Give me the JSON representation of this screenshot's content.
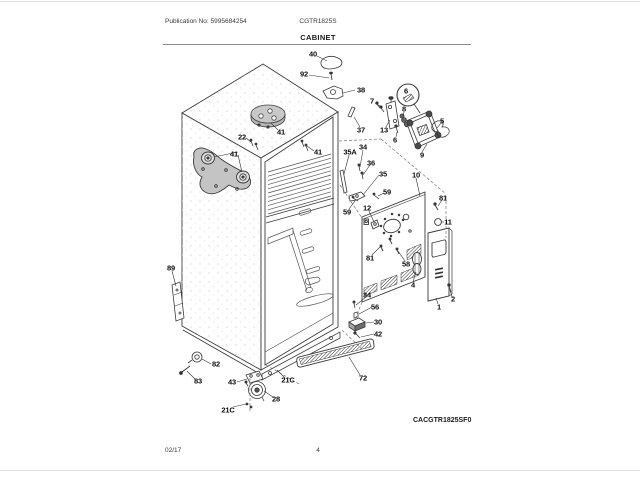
{
  "header": {
    "publication": "Publication No: 5995684254",
    "model": "CGTR1825S",
    "section_title": "CABINET"
  },
  "footer": {
    "date": "02/17",
    "page_number": "4",
    "diagram_code": "CACGTR1825SF0"
  },
  "diagram": {
    "labels": [
      {
        "text": "40"
      },
      {
        "text": "92"
      },
      {
        "text": "38"
      },
      {
        "text": "7"
      },
      {
        "text": "6"
      },
      {
        "text": "8"
      },
      {
        "text": "13"
      },
      {
        "text": "37"
      },
      {
        "text": "6"
      },
      {
        "text": "5"
      },
      {
        "text": "9"
      },
      {
        "text": "22"
      },
      {
        "text": "41"
      },
      {
        "text": "41"
      },
      {
        "text": "41"
      },
      {
        "text": "35A"
      },
      {
        "text": "34"
      },
      {
        "text": "36"
      },
      {
        "text": "35"
      },
      {
        "text": "59"
      },
      {
        "text": "59"
      },
      {
        "text": "10"
      },
      {
        "text": "81"
      },
      {
        "text": "11"
      },
      {
        "text": "12"
      },
      {
        "text": "81"
      },
      {
        "text": "58"
      },
      {
        "text": "4"
      },
      {
        "text": "2"
      },
      {
        "text": "1"
      },
      {
        "text": "34"
      },
      {
        "text": "56"
      },
      {
        "text": "30"
      },
      {
        "text": "42"
      },
      {
        "text": "72"
      },
      {
        "text": "21C"
      },
      {
        "text": "28"
      },
      {
        "text": "43"
      },
      {
        "text": "21C"
      },
      {
        "text": "82"
      },
      {
        "text": "83"
      },
      {
        "text": "89"
      }
    ]
  }
}
